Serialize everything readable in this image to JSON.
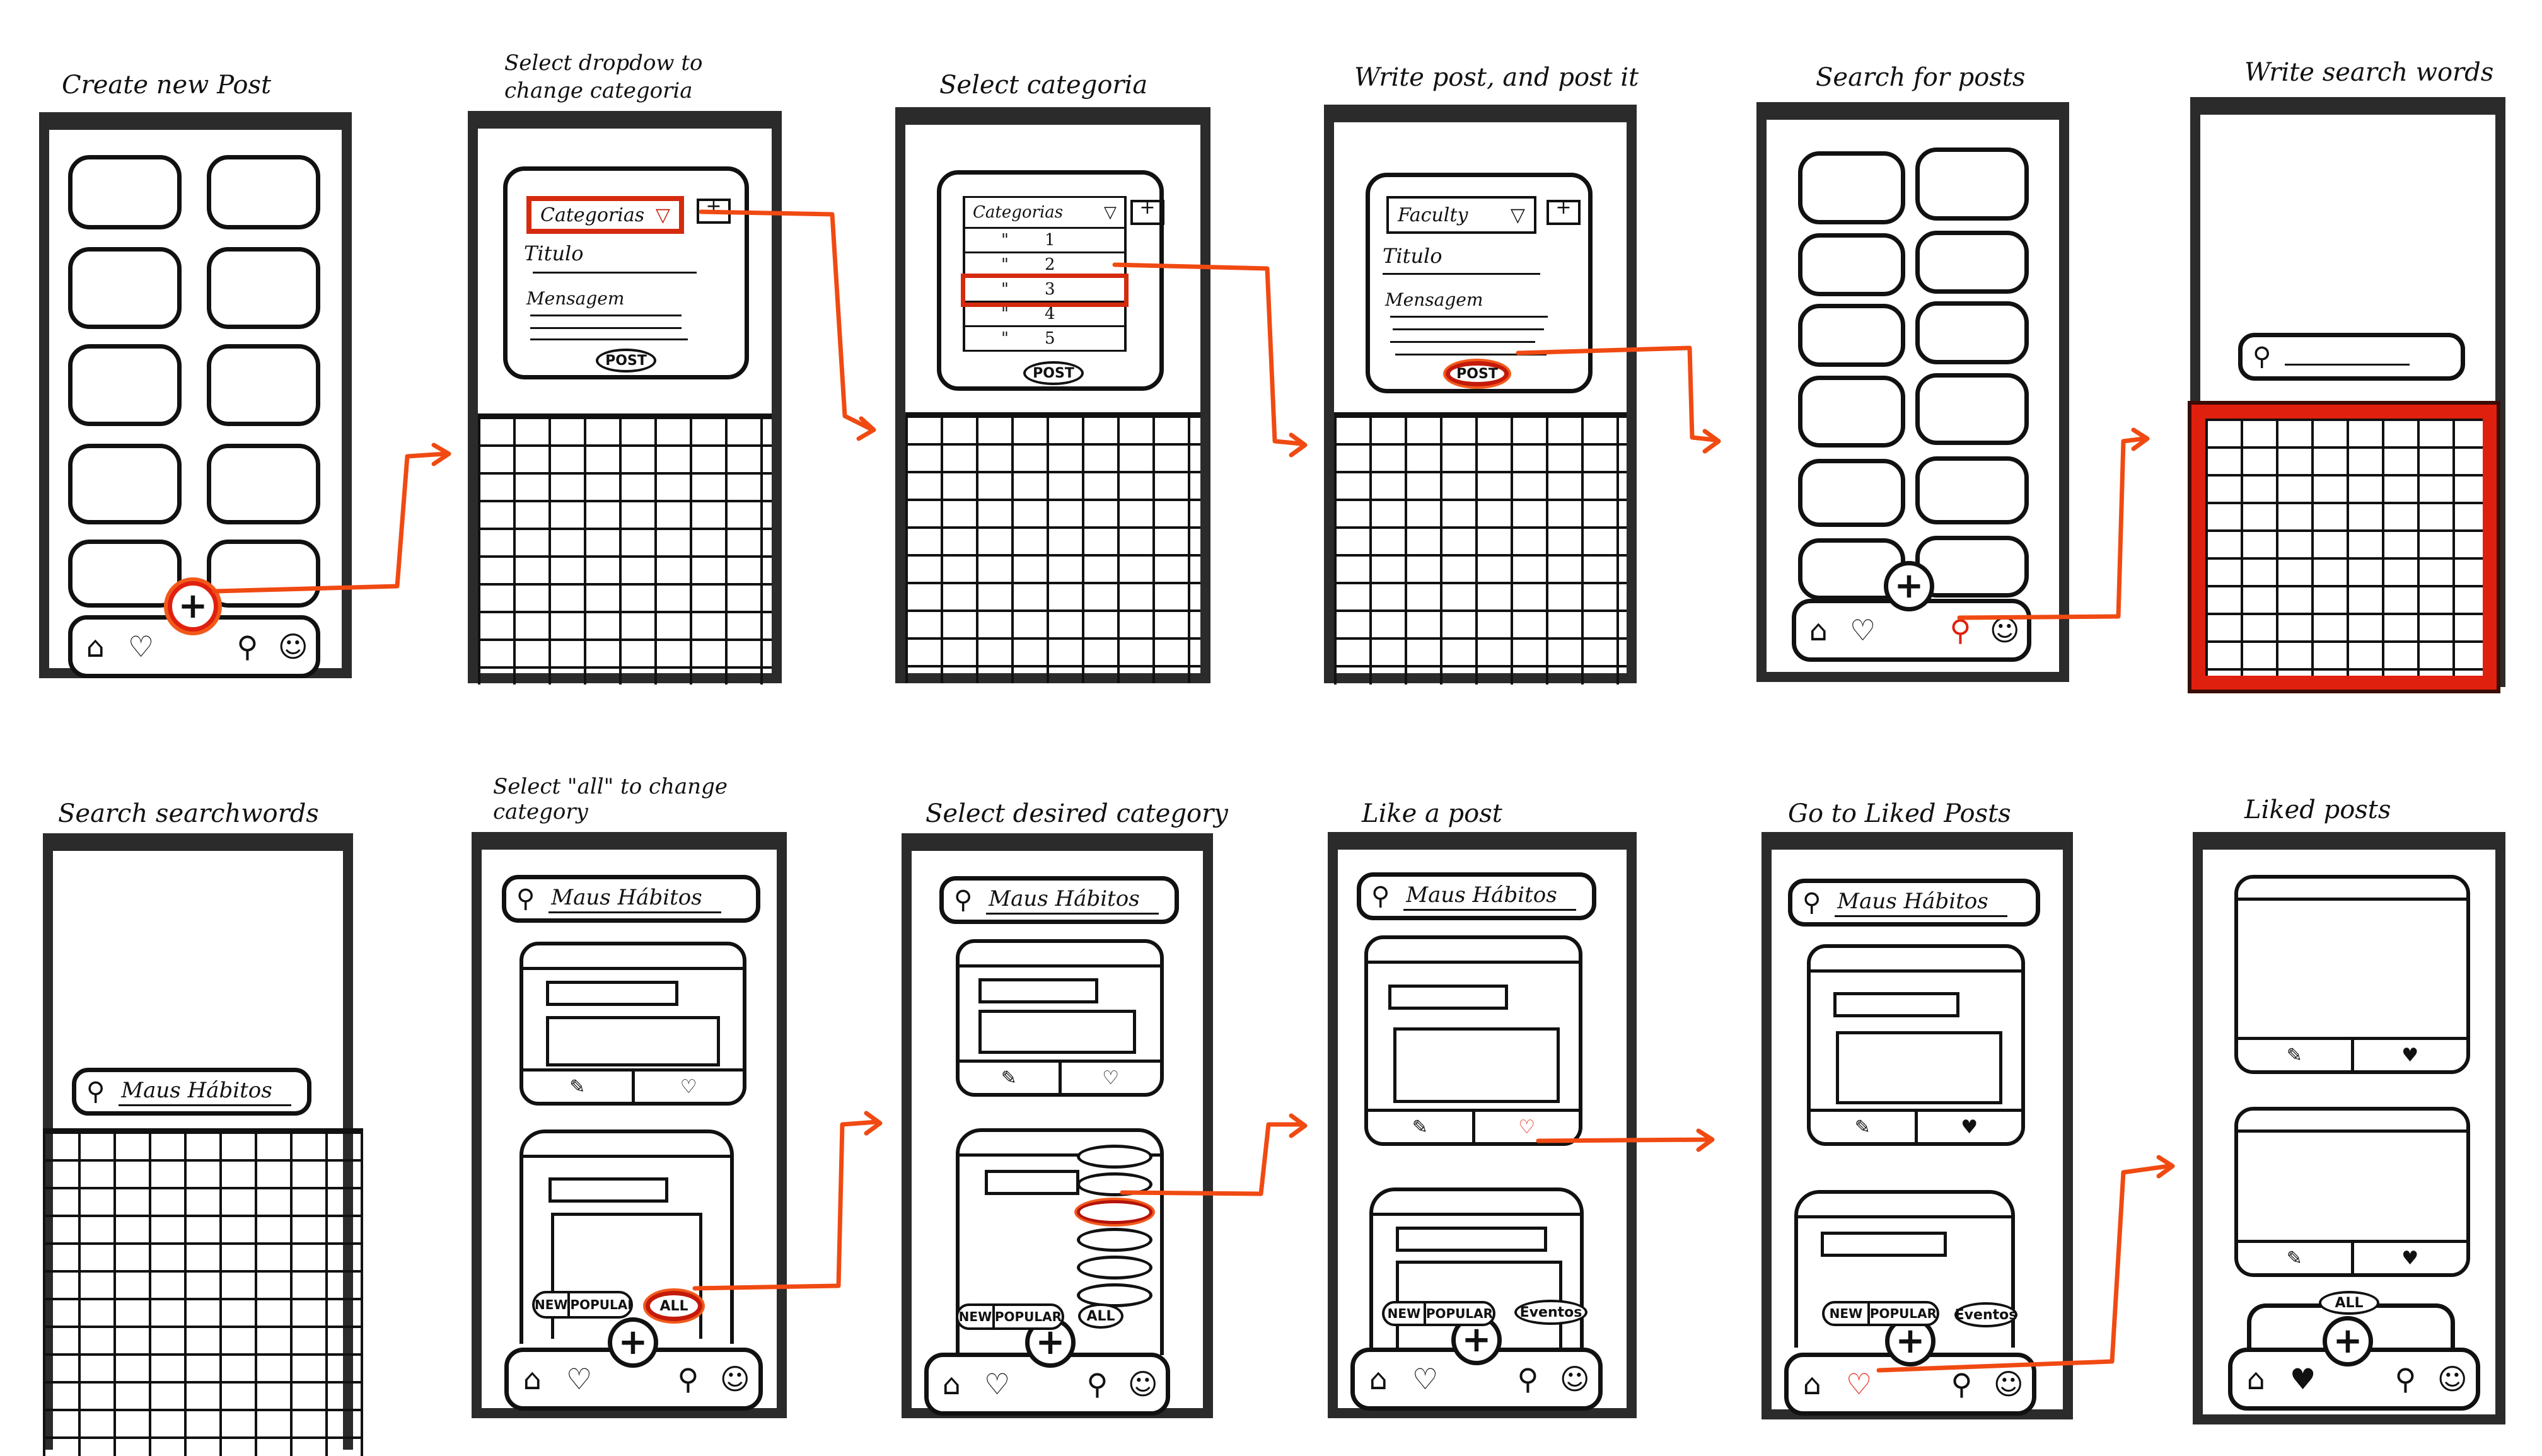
{
  "storyboard": {
    "accent_color": "#e0200f",
    "screens": [
      {
        "caption": "Create new Post"
      },
      {
        "caption": "Select dropdow to change categoria"
      },
      {
        "caption": "Select categoria"
      },
      {
        "caption": "Write post, and post it"
      },
      {
        "caption": "Search for posts"
      },
      {
        "caption": "Write search words"
      },
      {
        "caption": "Search searchwords"
      },
      {
        "caption": "Select \"all\" to change category"
      },
      {
        "caption": "Select desired category"
      },
      {
        "caption": "Like a post"
      },
      {
        "caption": "Go to Liked Posts"
      },
      {
        "caption": "Liked posts"
      }
    ]
  },
  "nav": {
    "icons": [
      "home-icon",
      "heart-icon",
      "search-icon",
      "profile-icon"
    ],
    "fab": "+"
  },
  "form": {
    "dropdown_default": "Categorias",
    "dropdown_selected": "Faculty",
    "title_label": "Titulo",
    "message_label": "Mensagem",
    "post_button": "POST",
    "add_icon": "+",
    "dropdown_arrow": "▽"
  },
  "category_list": {
    "header": "Categorias",
    "ditto": "\"",
    "options": [
      "1",
      "2",
      "3",
      "4",
      "5"
    ],
    "selected_index": 2
  },
  "search": {
    "query": "Maus Hábitos",
    "icon": "⚲"
  },
  "filters": {
    "new": "NEW",
    "popular": "POPULAR",
    "all": "ALL",
    "events": "Eventos"
  },
  "post_actions": {
    "edit_icon": "✎",
    "like_icon": "♡",
    "liked_icon": "♥"
  }
}
